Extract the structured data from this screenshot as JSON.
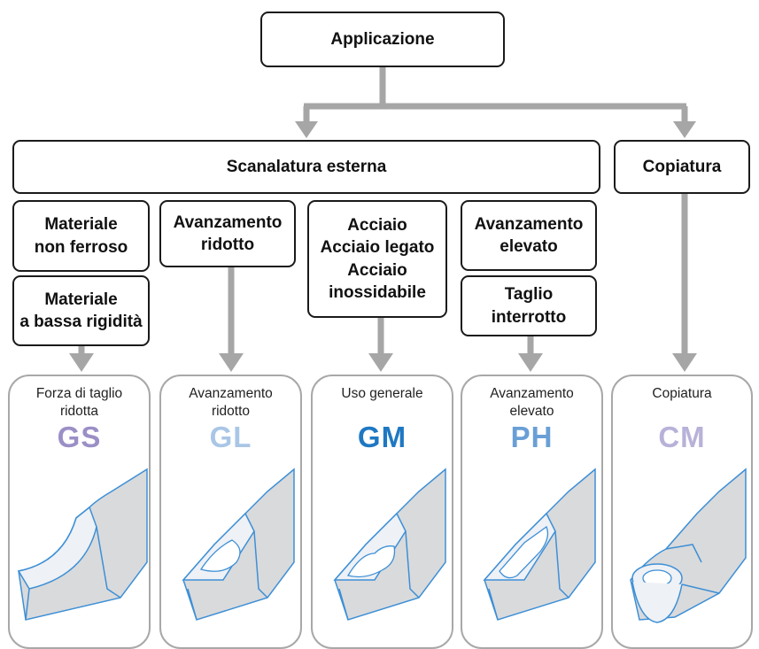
{
  "colors": {
    "connector": "#a6a6a6",
    "box_border": "#1a1a1a",
    "card_border": "#a8a8a8",
    "insert_outline": "#3d8fd6",
    "insert_fill": "#d9dadc",
    "insert_face": "#eef1f5"
  },
  "root": {
    "label": "Applicazione"
  },
  "categories": {
    "grooving": {
      "label": "Scanalatura esterna"
    },
    "profiling": {
      "label": "Copiatura"
    }
  },
  "conditions": {
    "c1": "Materiale\nnon ferroso",
    "c2": "Materiale\na bassa rigidità",
    "c3": "Avanzamento\nridotto",
    "c4": "Acciaio\nAcciaio legato\nAcciaio\ninossidabile",
    "c5": "Avanzamento\nelevato",
    "c6": "Taglio\ninterrotto",
    "c7": "Copiatura"
  },
  "breakers": [
    {
      "description": "Forza di taglio\nridotta",
      "code": "GS",
      "color": "#9b8fc6",
      "icon": "grooving-insert-gs-icon"
    },
    {
      "description": "Avanzamento\nridotto",
      "code": "GL",
      "color": "#a9c6e6",
      "icon": "grooving-insert-gl-icon"
    },
    {
      "description": "Uso generale",
      "code": "GM",
      "color": "#1e78c2",
      "icon": "grooving-insert-gm-icon"
    },
    {
      "description": "Avanzamento\nelevato",
      "code": "PH",
      "color": "#6a9fd6",
      "icon": "grooving-insert-ph-icon"
    },
    {
      "description": "Copiatura",
      "code": "CM",
      "color": "#b7b2d8",
      "icon": "profiling-insert-cm-icon"
    }
  ]
}
